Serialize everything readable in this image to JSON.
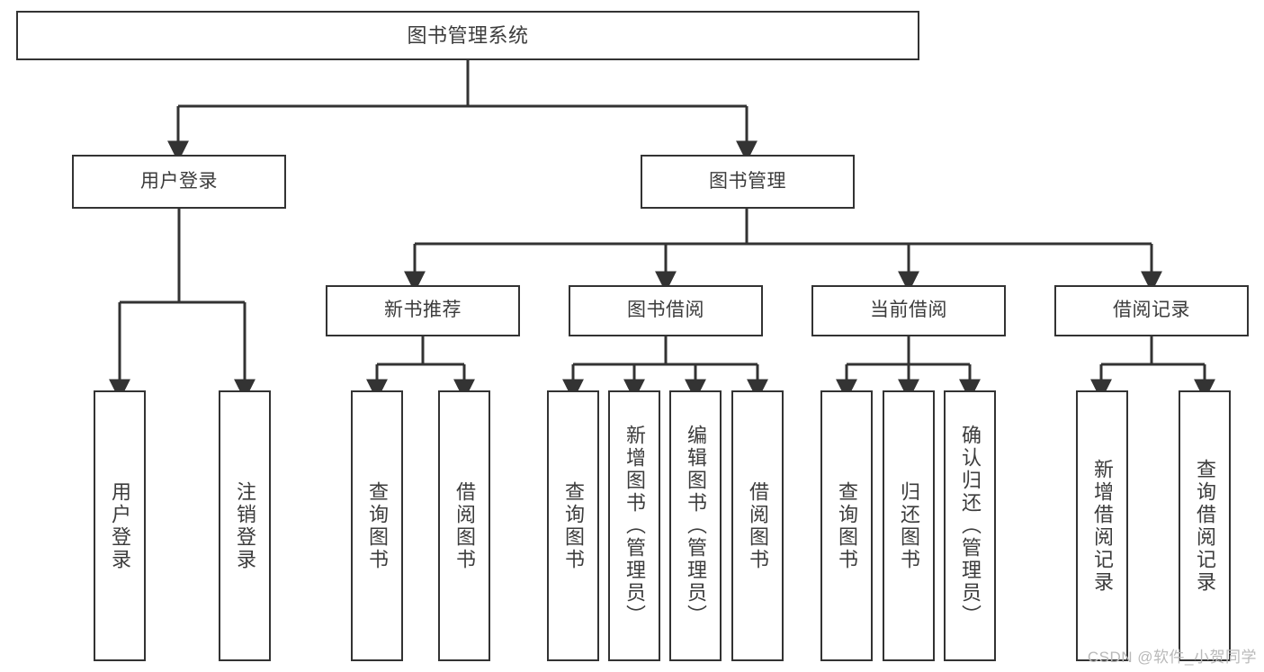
{
  "diagram": {
    "title": "图书管理系统",
    "watermark": "CSDN @软件_小贺同学",
    "line_color": "#333333",
    "text_color": "#3c3c3c",
    "background_color": "#ffffff",
    "nodes": {
      "root": "图书管理系统",
      "level2": [
        "用户登录",
        "图书管理"
      ],
      "level3": [
        "新书推荐",
        "图书借阅",
        "当前借阅",
        "借阅记录"
      ],
      "leaves": {
        "user_login": [
          "用户登录",
          "注销登录"
        ],
        "new_book_recommend": [
          "查询图书",
          "借阅图书"
        ],
        "book_borrow": [
          "查询图书",
          "新增图书（管理员）",
          "编辑图书（管理员）",
          "借阅图书"
        ],
        "current_borrow": [
          "查询图书",
          "归还图书",
          "确认归还（管理员）"
        ],
        "borrow_record": [
          "新增借阅记录",
          "查询借阅记录"
        ]
      }
    }
  }
}
